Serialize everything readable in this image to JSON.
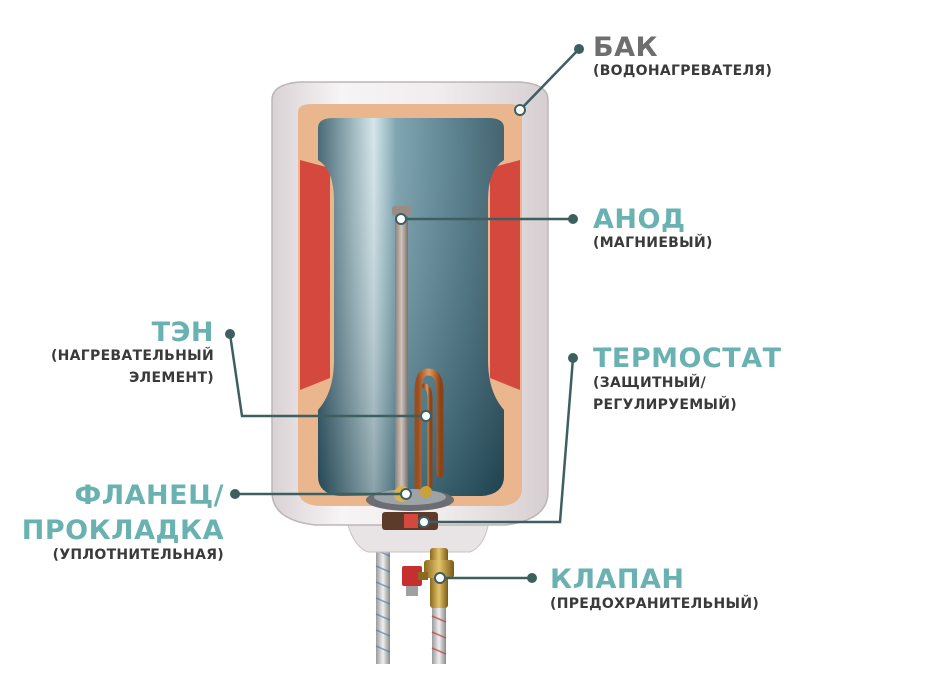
{
  "colors": {
    "title_gray": "#6e6e6e",
    "title_teal": "#6ab2b2",
    "subtitle": "#3a3a3a",
    "leader_line": "#3e5f5f",
    "tank_inner": "#4f7f8f",
    "insulation": "#e8b38a",
    "heater_band": "#d4483d",
    "body_white": "#f3eff0"
  },
  "labels": {
    "tank": {
      "title": "БАК",
      "subtitle": "(ВОДОНАГРЕВАТЕЛЯ)"
    },
    "anode": {
      "title": "АНОД",
      "subtitle": "(МАГНИЕВЫЙ)"
    },
    "heater": {
      "title": "ТЭН",
      "subtitle_1": "(НАГРЕВАТЕЛЬНЫЙ",
      "subtitle_2": "ЭЛЕМЕНТ)"
    },
    "thermostat": {
      "title": "ТЕРМОСТАТ",
      "subtitle_1": "(ЗАЩИТНЫЙ/",
      "subtitle_2": "РЕГУЛИРУЕМЫЙ)"
    },
    "flange": {
      "title_1": "ФЛАНЕЦ/",
      "title_2": "ПРОКЛАДКА",
      "subtitle": "(УПЛОТНИТЕЛЬНАЯ)"
    },
    "valve": {
      "title": "КЛАПАН",
      "subtitle": "(ПРЕДОХРАНИТЕЛЬНЫЙ)"
    }
  }
}
